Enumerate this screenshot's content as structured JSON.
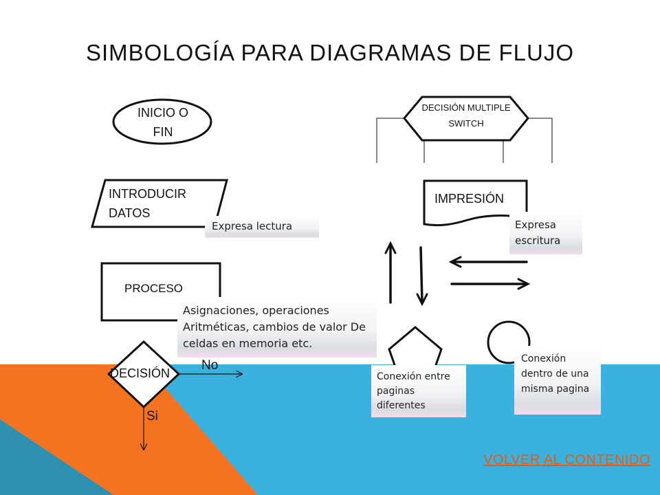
{
  "title": "SIMBOLOGÍA PARA DIAGRAMAS DE FLUJO",
  "symbols": {
    "inicio_fin": "INICIO O FIN",
    "introducir_datos": "INTRODUCIR DATOS",
    "proceso": "PROCESO",
    "decision": "DECISIÓN",
    "decision_no": "No",
    "decision_si": "Si",
    "decision_multiple": "DECISIÓN MULTIPLE SWITCH",
    "impresion": "IMPRESIÓN"
  },
  "notes": {
    "lectura": "Expresa lectura",
    "escritura": "Expresa escritura",
    "proceso_desc": "Asignaciones, operaciones Aritméticas, cambios de valor De celdas en memoria etc.",
    "conexion_paginas": "Conexión entre paginas diferentes",
    "conexion_misma": "Conexión dentro de una misma pagina"
  },
  "nav": {
    "volver": "VOLVER AL CONTENIDO"
  },
  "colors": {
    "orange": "#f47320",
    "blue": "#3bb1de",
    "dark_blue": "#2f8fae",
    "link": "#e55b13"
  }
}
